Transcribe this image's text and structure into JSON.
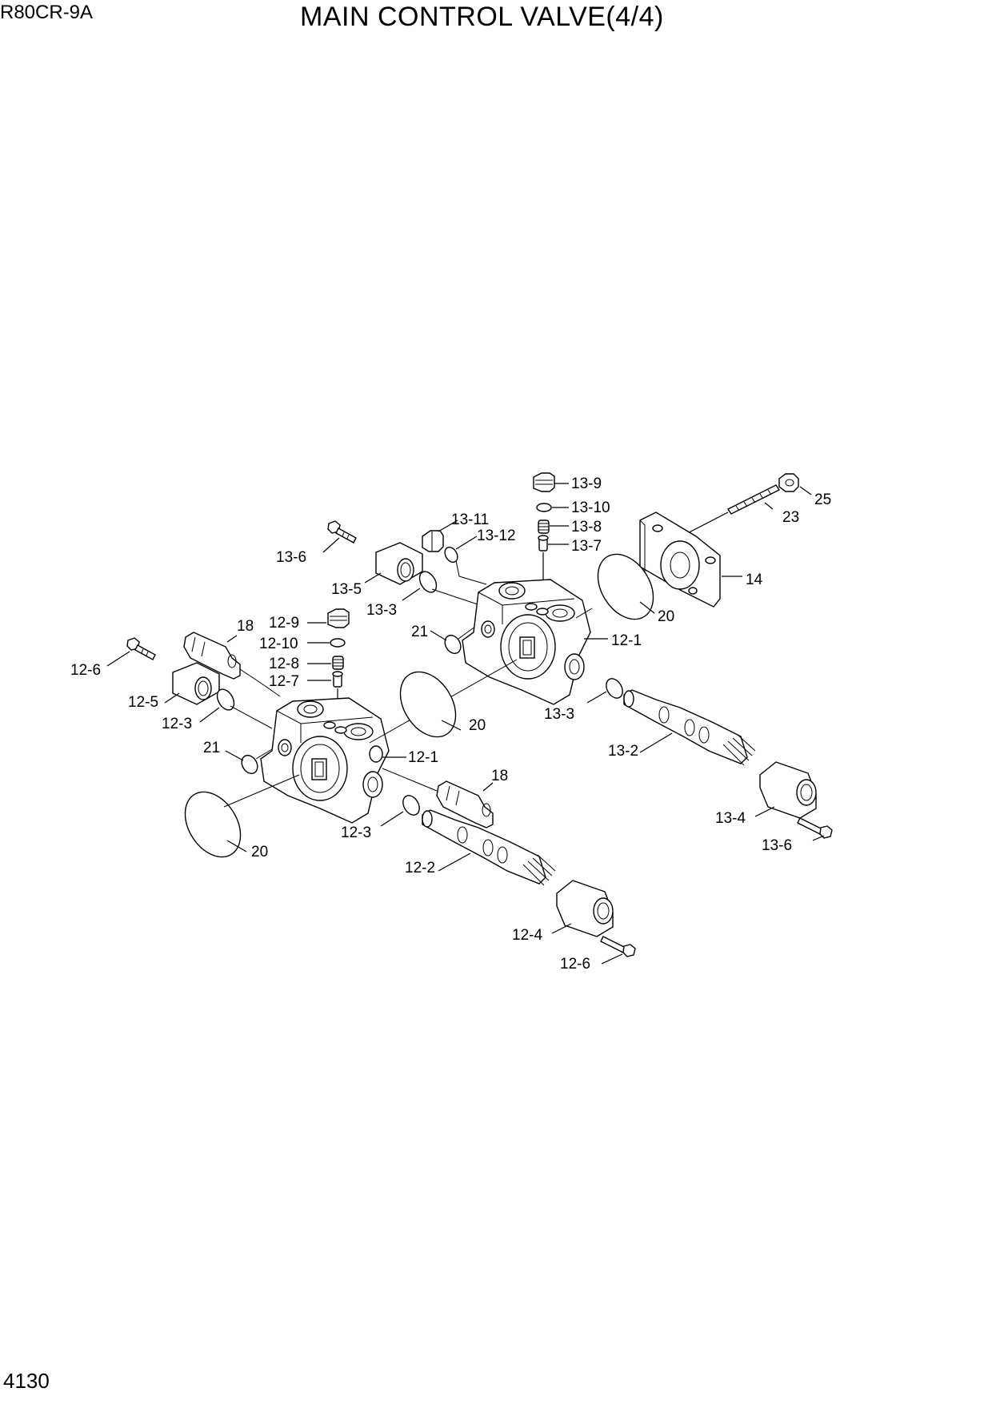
{
  "header": {
    "model": "R80CR-9A",
    "title": "MAIN CONTROL VALVE(4/4)"
  },
  "footer": {
    "page_number": "4130"
  },
  "callouts": {
    "c13_9": "13-9",
    "c13_10": "13-10",
    "c13_8": "13-8",
    "c13_7": "13-7",
    "c13_11": "13-11",
    "c13_12": "13-12",
    "c13_6_top": "13-6",
    "c13_5": "13-5",
    "c13_3_top": "13-3",
    "c21_top": "21",
    "c25": "25",
    "c23": "23",
    "c14": "14",
    "c20_right": "20",
    "c12_1_top": "12-1",
    "c13_3_mid": "13-3",
    "c20_mid": "20",
    "c13_2": "13-2",
    "c13_4": "13-4",
    "c13_6_bot": "13-6",
    "c18_top": "18",
    "c12_9": "12-9",
    "c12_10": "12-10",
    "c12_8": "12-8",
    "c12_7": "12-7",
    "c12_6_top": "12-6",
    "c12_5": "12-5",
    "c12_3_top": "12-3",
    "c21_bot": "21",
    "c12_1_bot": "12-1",
    "c18_bot": "18",
    "c12_3_bot": "12-3",
    "c20_bot": "20",
    "c12_2": "12-2",
    "c12_4": "12-4",
    "c12_6_bot": "12-6"
  }
}
